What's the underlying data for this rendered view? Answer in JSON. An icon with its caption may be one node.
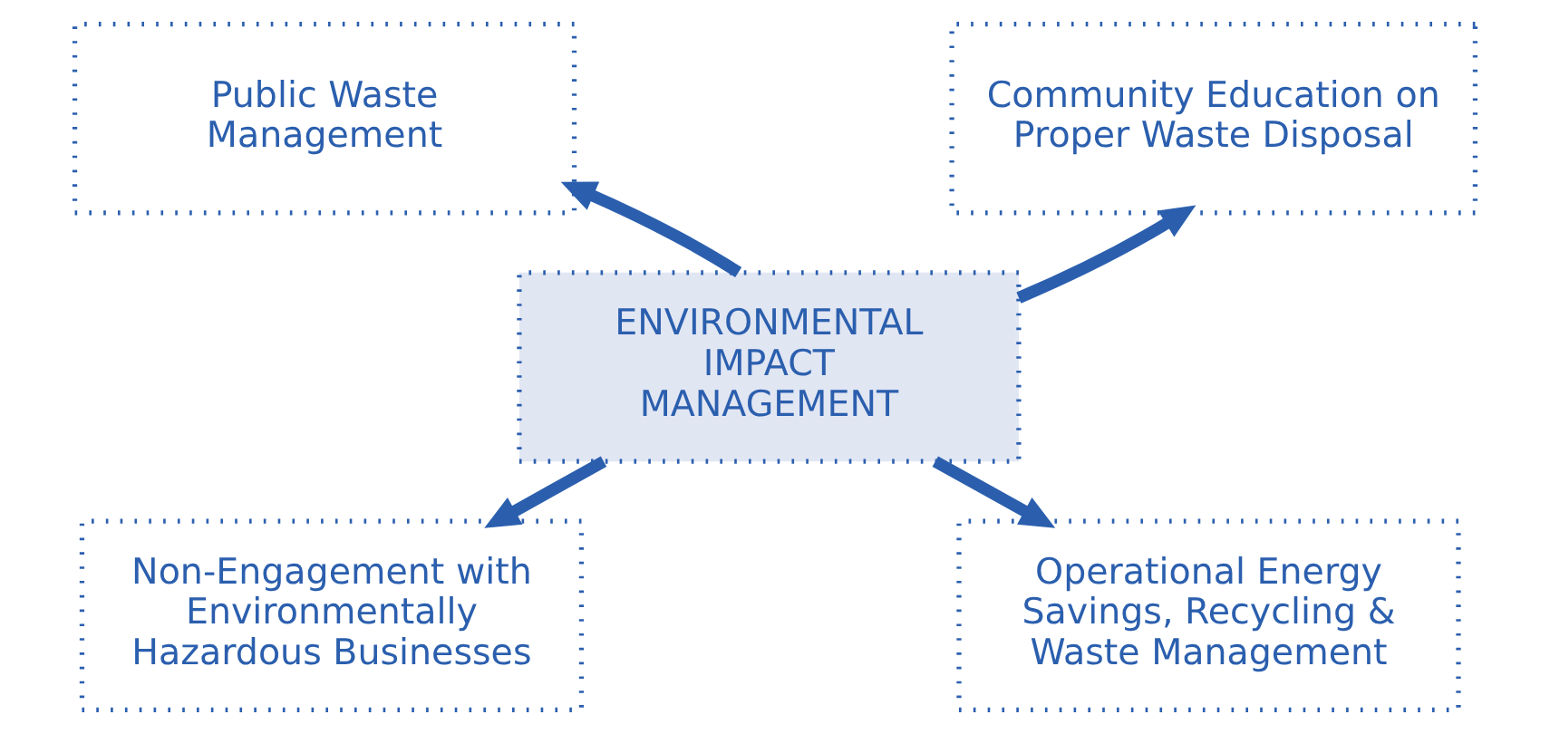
{
  "diagram": {
    "nodes": [
      {
        "text": [
          "Public Waste Management"
        ]
      },
      {
        "text": [
          "Community Education on Proper Waste Disposal"
        ]
      },
      {
        "text": [
          "ENVIRONMENTAL IMPACT MANAGEMENT"
        ]
      },
      {
        "text": [
          "Non-Engagement with Environmentally Hazardous Businesses"
        ]
      },
      {
        "text": [
          "Operational Energy Savings, Recycling & Waste Management"
        ]
      }
    ],
    "edges": [
      {
        "from": 2,
        "to": 0,
        "arrow": "to"
      },
      {
        "from": 2,
        "to": 1,
        "arrow": "to"
      },
      {
        "from": 2,
        "to": 3,
        "arrow": "to"
      },
      {
        "from": 2,
        "to": 4,
        "arrow": "to"
      }
    ]
  }
}
